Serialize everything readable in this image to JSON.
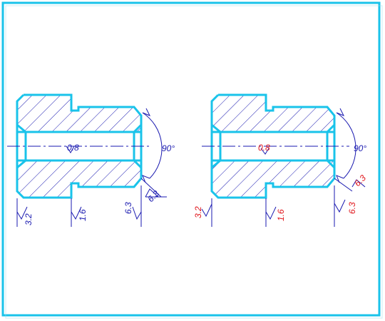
{
  "colors": {
    "outline": "#19c3ea",
    "hatch": "#1a1ab0",
    "dim": "#1a1ab0",
    "roughness_left": "#1a1ab0",
    "roughness_right": "#e0151b",
    "border": "#19c3ea"
  },
  "left_part": {
    "bore_roughness": "0.8",
    "chamfer_angle": "90°",
    "chamfer_roughness": "6.3",
    "end_face_roughness": "6.3",
    "left_face_roughness": "3.2",
    "groove_roughness": "1.6"
  },
  "right_part": {
    "bore_roughness": "0.8",
    "chamfer_angle": "90°",
    "chamfer_roughness": "6.3",
    "end_face_roughness": "6.3",
    "left_face_roughness": "3.2",
    "groove_roughness": "1.6"
  }
}
